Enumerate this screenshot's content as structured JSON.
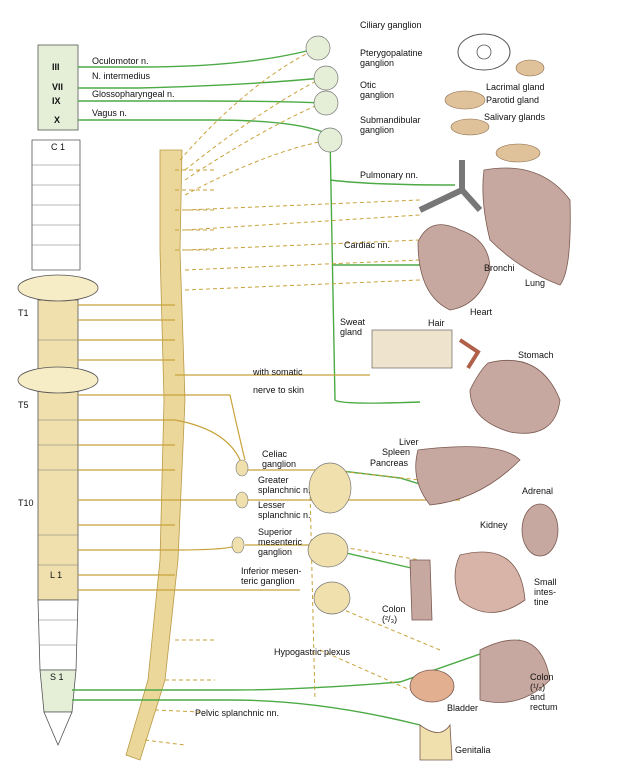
{
  "colors": {
    "parasympathetic": "#4caa45",
    "sympathetic": "#c8a23a",
    "cord_fill": "#efe0ad",
    "chain_fill": "#ecd79a",
    "organ": "#c7a8a0",
    "background": "#ffffff"
  },
  "cranial_nuclei": [
    "III",
    "VII",
    "IX",
    "X"
  ],
  "cranial_nerves": [
    "Oculomotor n.",
    "N. intermedius",
    "Glossopharyngeal n.",
    "Vagus n."
  ],
  "segments": {
    "c1": "C 1",
    "t1": "T1",
    "t5": "T5",
    "t10": "T10",
    "l1": "L 1",
    "s1": "S 1"
  },
  "ganglia_head": {
    "ciliary": "Ciliary ganglion",
    "pterygopalatine": "Pterygopalatine\nganglion",
    "otic": "Otic\nganglion",
    "submandibular": "Submandibular\nganglion"
  },
  "head_targets": {
    "lacrimal": "Lacrimal gland",
    "parotid": "Parotid gland",
    "salivary": "Salivary glands"
  },
  "thorax": {
    "pulmonary": "Pulmonary nn.",
    "cardiac": "Cardiac nn.",
    "bronchi": "Bronchi",
    "lung": "Lung",
    "heart": "Heart"
  },
  "skin": {
    "sweat": "Sweat\ngland",
    "hair": "Hair",
    "somatic_1": "with somatic",
    "somatic_2": "nerve to skin"
  },
  "abdomen": {
    "stomach": "Stomach",
    "liver": "Liver",
    "spleen": "Spleen",
    "pancreas": "Pancreas",
    "celiac": "Celiac\nganglion",
    "greater": "Greater\nsplanchnic n.",
    "lesser": "Lesser\nsplanchnic n.",
    "sup_mes": "Superior\nmesenteric\nganglion",
    "inf_mes": "Inferior mesen-\nteric ganglion",
    "adrenal": "Adrenal",
    "kidney": "Kidney",
    "small_int": "Small\nintes-\ntine",
    "colon1": "Colon\n(²/₃)",
    "colon2": "Colon\n(¹/₃)\nand\nrectum"
  },
  "pelvis": {
    "hypogastric": "Hypogastric plexus",
    "bladder": "Bladder",
    "pelvic": "Pelvic splanchnic nn.",
    "genitalia": "Genitalia"
  }
}
